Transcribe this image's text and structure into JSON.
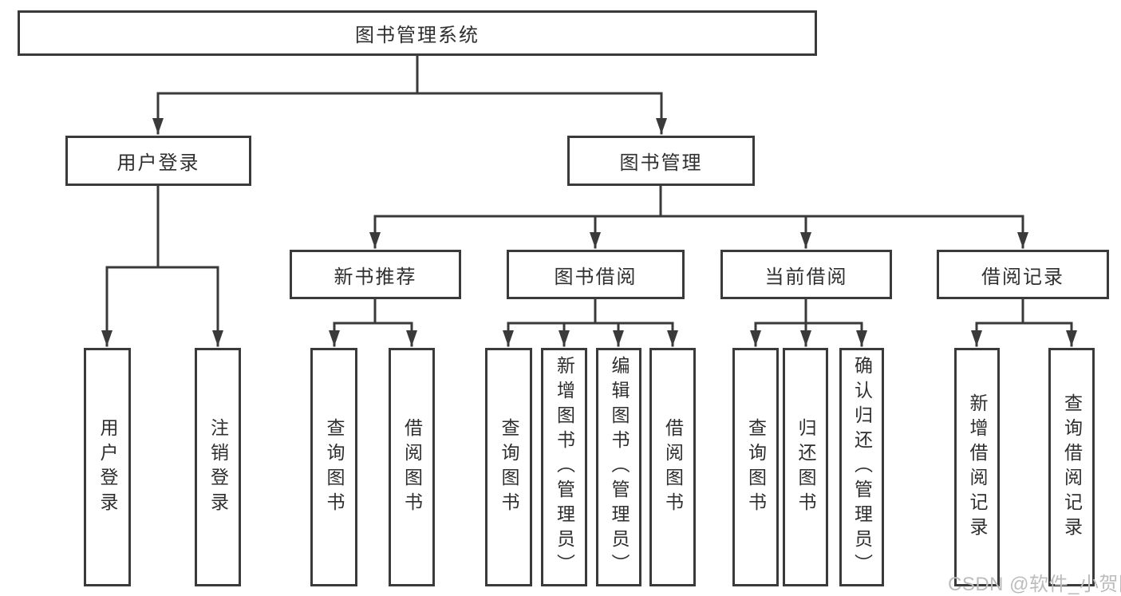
{
  "diagram": {
    "type": "tree",
    "root": {
      "label": "图书管理系统"
    },
    "level2": [
      {
        "label": "用户登录"
      },
      {
        "label": "图书管理"
      }
    ],
    "level3": [
      {
        "label": "新书推荐",
        "parent": "图书管理"
      },
      {
        "label": "图书借阅",
        "parent": "图书管理"
      },
      {
        "label": "当前借阅",
        "parent": "图书管理"
      },
      {
        "label": "借阅记录",
        "parent": "图书管理"
      }
    ],
    "leaves": [
      {
        "label": "用户登录",
        "parent": "用户登录"
      },
      {
        "label": "注销登录",
        "parent": "用户登录"
      },
      {
        "label": "查询图书",
        "parent": "新书推荐"
      },
      {
        "label": "借阅图书",
        "parent": "新书推荐"
      },
      {
        "label": "查询图书",
        "parent": "图书借阅"
      },
      {
        "label": "新增图书（管理员）",
        "parent": "图书借阅"
      },
      {
        "label": "编辑图书（管理员）",
        "parent": "图书借阅"
      },
      {
        "label": "借阅图书",
        "parent": "图书借阅"
      },
      {
        "label": "查询图书",
        "parent": "当前借阅"
      },
      {
        "label": "归还图书",
        "parent": "当前借阅"
      },
      {
        "label": "确认归还（管理员）",
        "parent": "当前借阅"
      },
      {
        "label": "新增借阅记录",
        "parent": "借阅记录"
      },
      {
        "label": "查询借阅记录",
        "parent": "借阅记录"
      }
    ]
  },
  "watermark": {
    "text": "CSDN @软件_小贺同学"
  },
  "colors": {
    "line": "#3a3a3a",
    "text": "#2f2f2f",
    "box_background": "#ffffff",
    "watermark": "#bcbcbc"
  }
}
